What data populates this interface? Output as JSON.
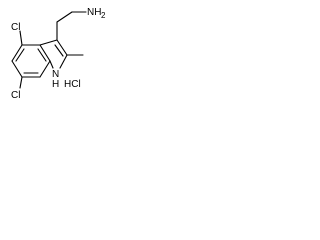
{
  "molecule": {
    "description_labels": {
      "amine": "NH2",
      "amine_main": "NH",
      "amine_sub": "2",
      "chloro_top": "Cl",
      "chloro_bottom": "Cl",
      "nh_ring_N": "N",
      "nh_ring_H": "H",
      "salt": "HCl"
    }
  }
}
